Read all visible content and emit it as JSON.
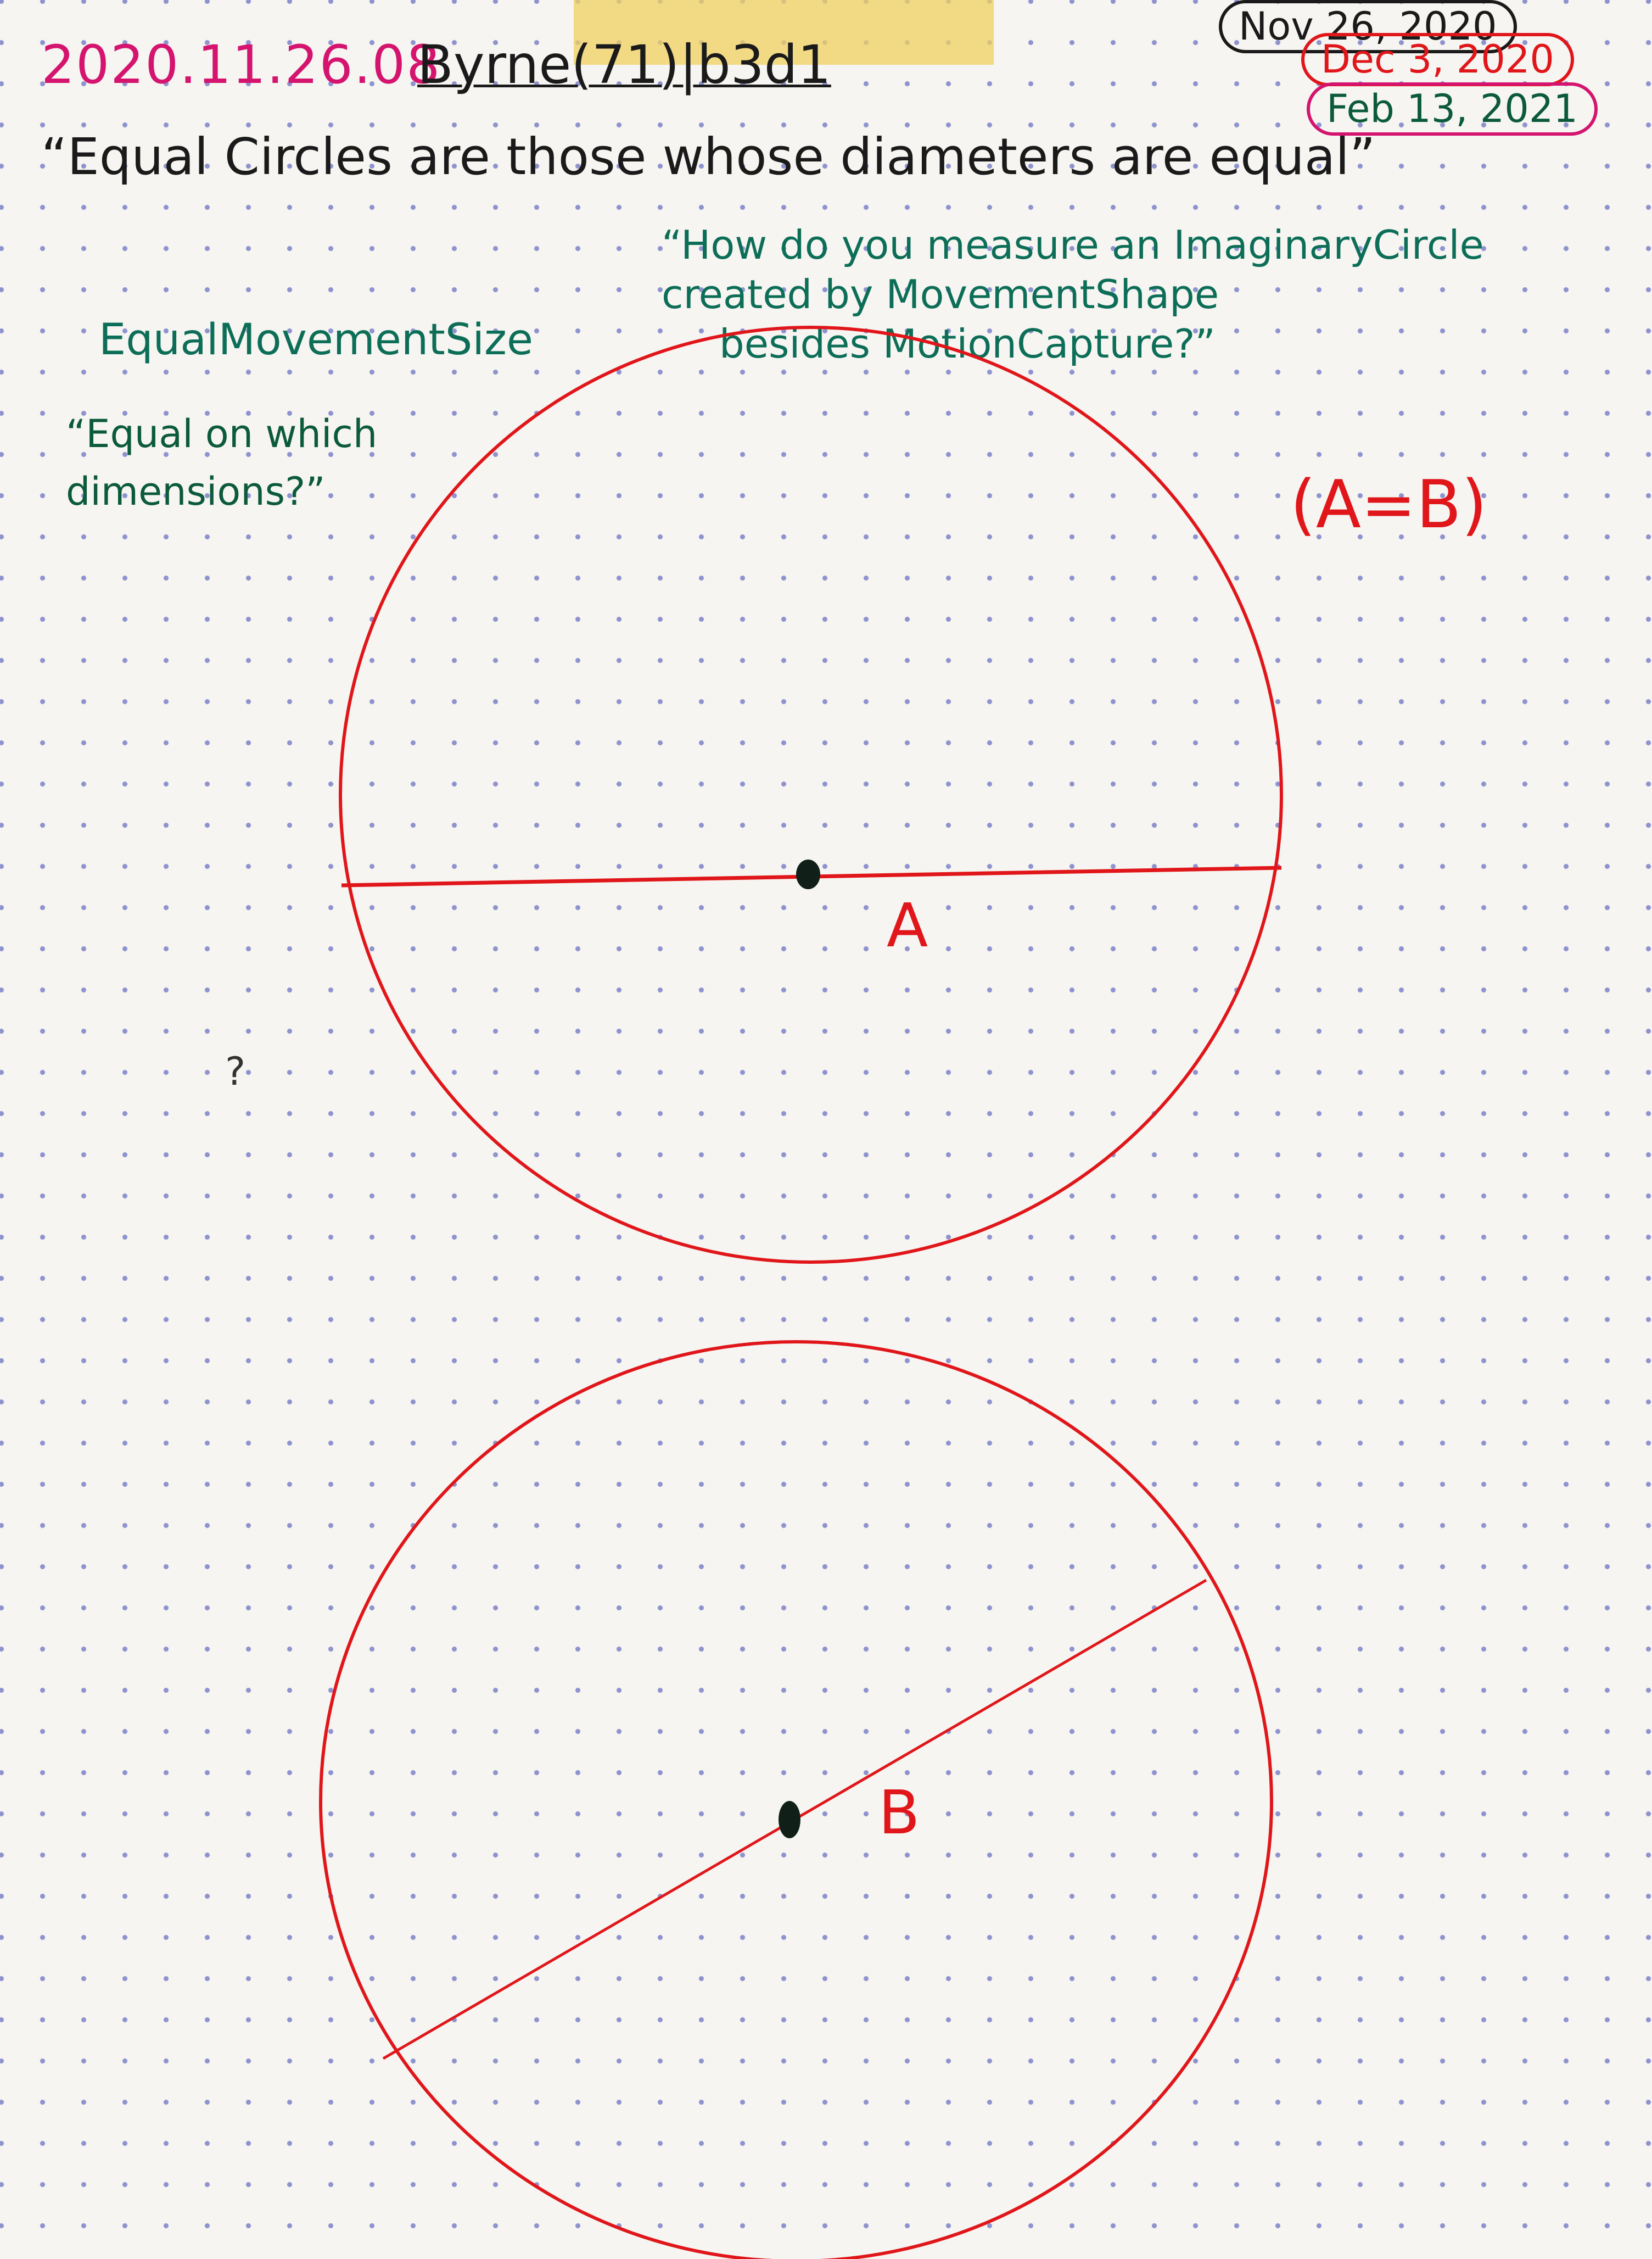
{
  "header": {
    "date": "2020.11.26.08",
    "reference": "Byrne(71)|b3d1"
  },
  "review_dates": [
    "Nov 26, 2020",
    "Dec 3, 2020",
    "Feb 13, 2021"
  ],
  "quote": "“Equal Circles are those whose diameters are equal”",
  "question_lines": [
    "“How do you measure an ImaginaryCircle",
    "created by MovementShape",
    "besides MotionCapture?”"
  ],
  "tag": "EqualMovementSize",
  "equal_question_lines": [
    "“Equal on which",
    "dimensions?”"
  ],
  "stray_mark": "?",
  "equation": "(A=B)",
  "labels": {
    "a": "A",
    "b": "B"
  },
  "colors": {
    "ink_red": "#e0161a",
    "ink_teal": "#0d6e58",
    "ink_magenta": "#d4146e",
    "dot_grid": "#8e93cf"
  }
}
